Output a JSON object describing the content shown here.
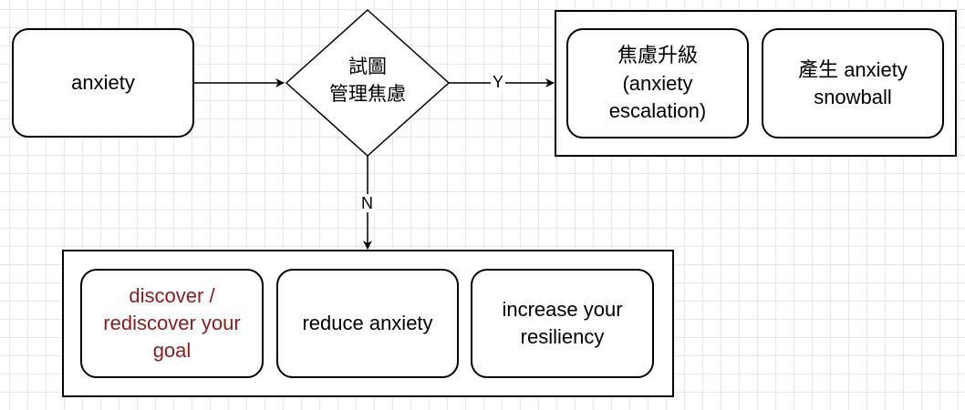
{
  "nodes": {
    "anxiety": "anxiety",
    "decision": [
      "試圖",
      "管理焦慮"
    ],
    "escalation": [
      "焦慮升級",
      "(anxiety",
      "escalation)"
    ],
    "snowball": [
      "產生 anxiety",
      "snowball"
    ],
    "goal": [
      "discover /",
      "rediscover your",
      "goal"
    ],
    "reduce": "reduce anxiety",
    "resiliency": [
      "increase your",
      "resiliency"
    ]
  },
  "edges": {
    "yes_label": "Y",
    "no_label": "N"
  },
  "colors": {
    "stroke": "#000000",
    "goal_text": "#8b1c1c",
    "grid": "#e6e6e6"
  }
}
